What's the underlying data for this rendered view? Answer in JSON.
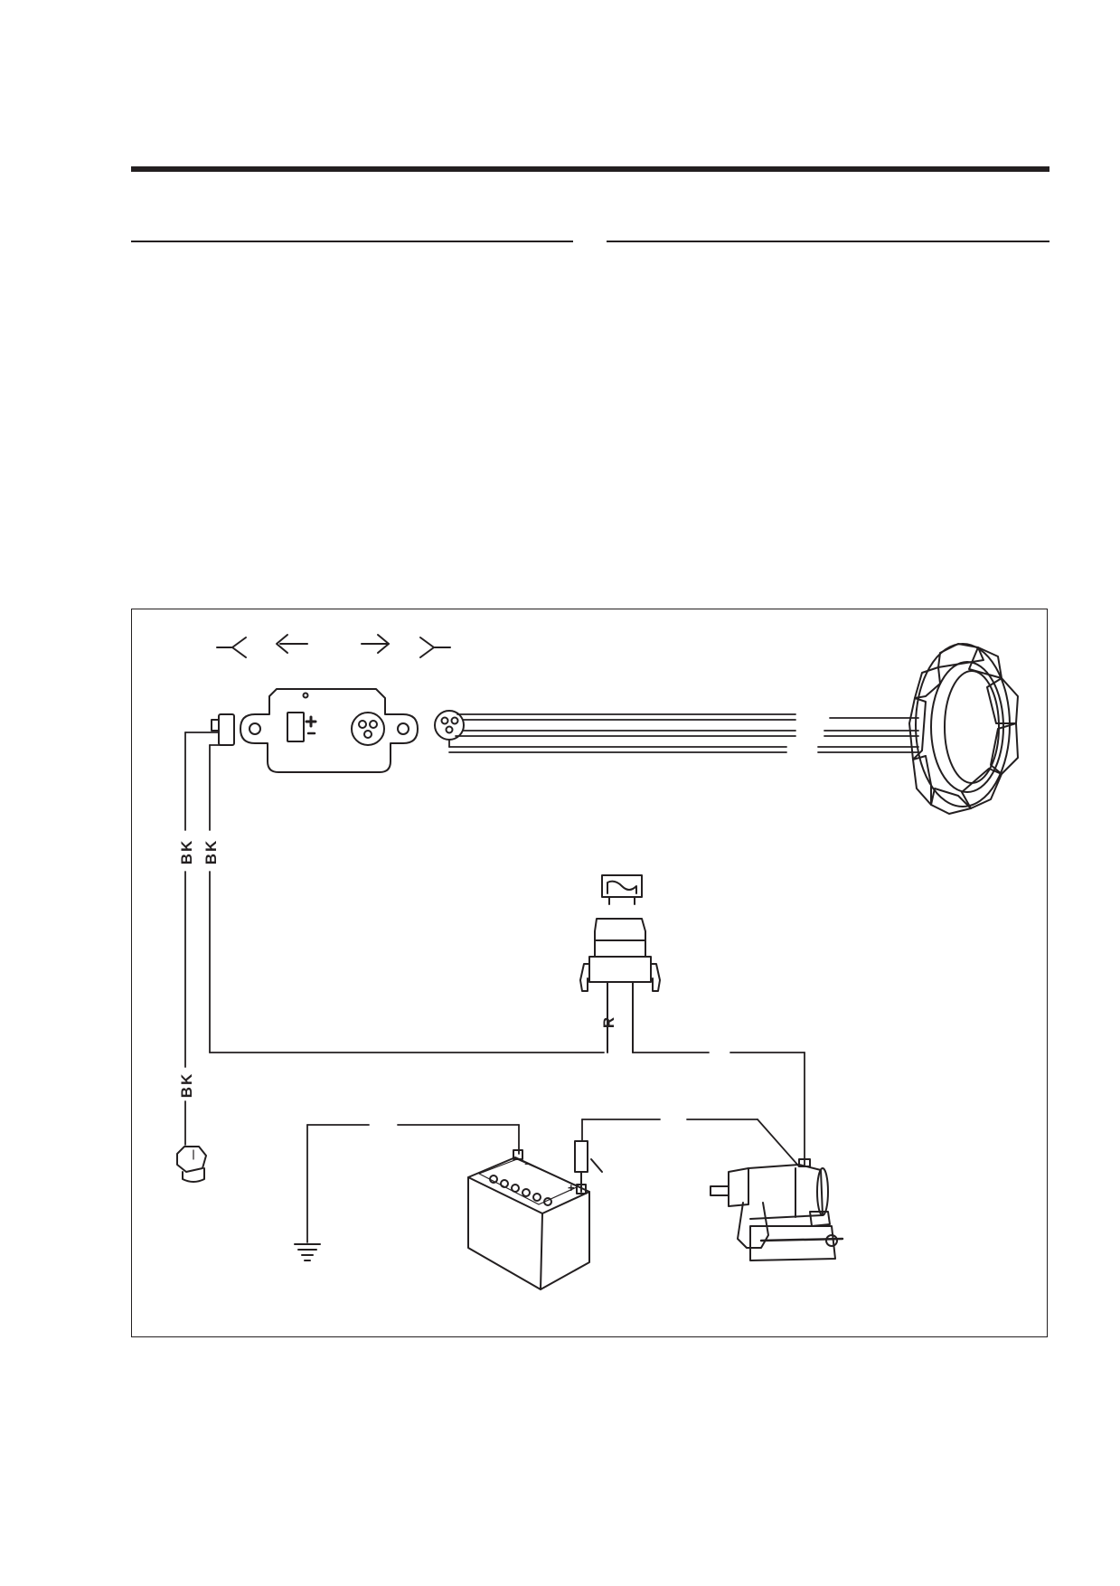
{
  "diagram": {
    "wire_labels": {
      "bk_left": "BK",
      "bk_right": "BK",
      "bk_lower": "BK",
      "red": "R"
    },
    "terminal_marks": {
      "battery_negative": "−",
      "battery_positive": "+",
      "regulator_positive": "+",
      "regulator_negative": "-"
    }
  }
}
